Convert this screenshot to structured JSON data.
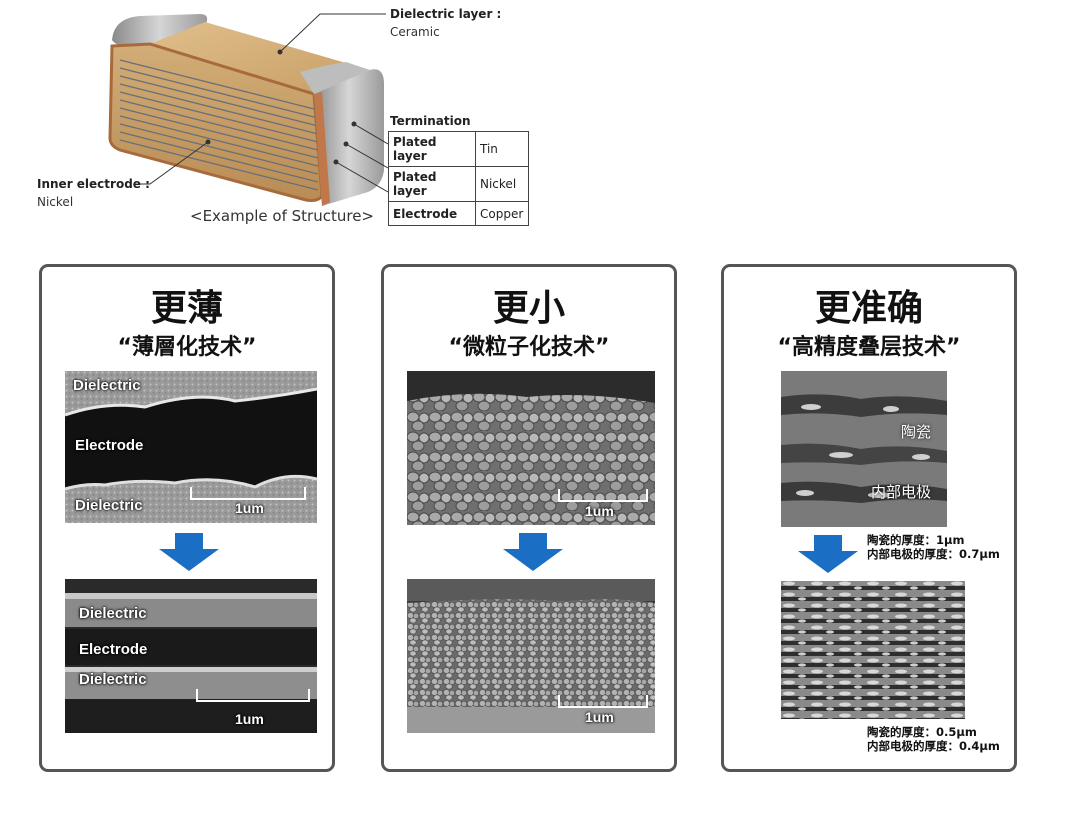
{
  "structure": {
    "dielectric_title": "Dielectric layer :",
    "dielectric_sub": "Ceramic",
    "termination_title": "Termination",
    "inner_title": "Inner electrode :",
    "inner_sub": "Nickel",
    "caption": "<Example of Structure>",
    "termination_rows": [
      {
        "layer": "Plated layer",
        "material": "Tin"
      },
      {
        "layer": "Plated layer",
        "material": "Nickel"
      },
      {
        "layer": "Electrode",
        "material": "Copper"
      }
    ]
  },
  "panels": [
    {
      "title": "更薄",
      "subtitle": "“薄層化技术”",
      "top_labels": [
        "Dielectric",
        "Electrode",
        "Dielectric"
      ],
      "top_scale": "1um",
      "bottom_labels": [
        "Dielectric",
        "Electrode",
        "Dielectric"
      ],
      "bottom_scale": "1um"
    },
    {
      "title": "更小",
      "subtitle": "“微粒子化技术”",
      "top_scale": "1um",
      "bottom_scale": "1um"
    },
    {
      "title": "更准确",
      "subtitle": "“高精度叠层技术”",
      "top_labels": [
        "陶瓷",
        "内部电极"
      ],
      "note_top": [
        "陶瓷的厚度：1μm",
        "内部电极的厚度：0.7μm"
      ],
      "note_bottom": [
        "陶瓷的厚度：0.5μm",
        "内部电极的厚度：0.4μm"
      ]
    }
  ],
  "colors": {
    "arrow": "#1a6fc4",
    "panel_border": "#555555"
  }
}
